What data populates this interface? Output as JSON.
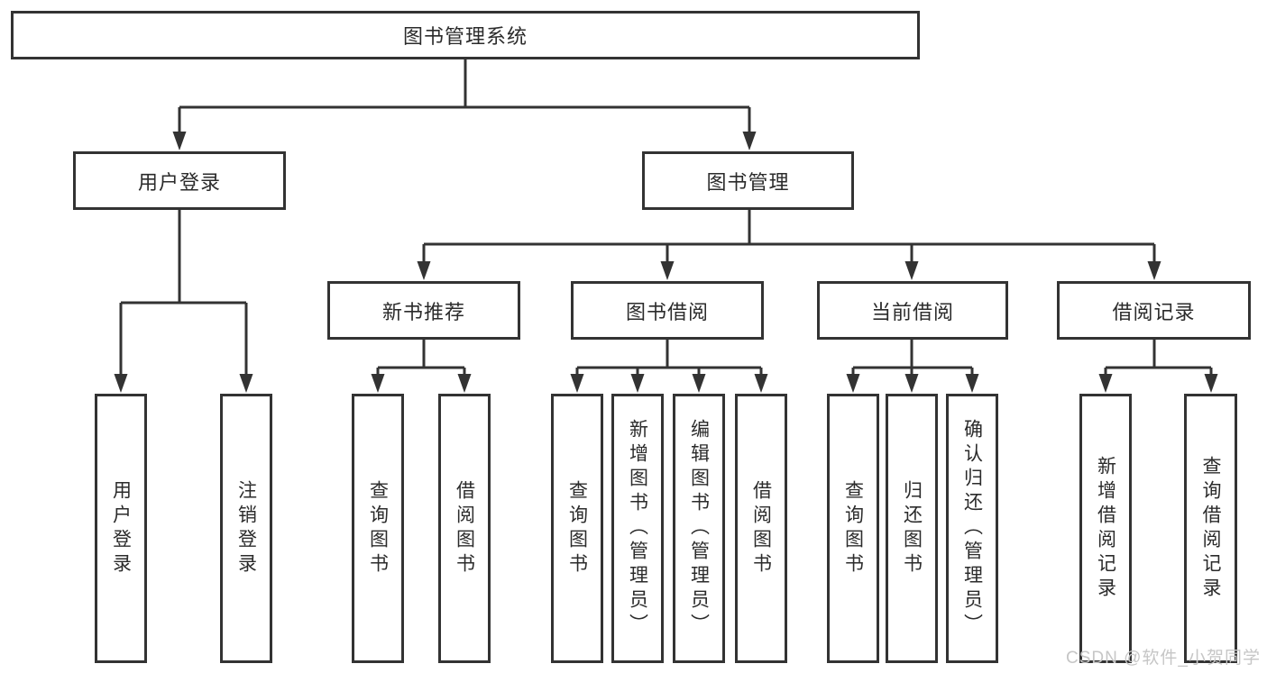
{
  "diagram_type": "hierarchy-tree",
  "colors": {
    "line": "#333333",
    "box_border": "#333333",
    "box_fill": "#ffffff",
    "text": "#2b2b2b",
    "watermark": "#c6c6c6",
    "background": "#ffffff"
  },
  "watermark": "CSDN @软件_小贺同学",
  "nodes": {
    "root": {
      "label": "图书管理系统"
    },
    "user_login": {
      "label": "用户登录"
    },
    "book_mgmt": {
      "label": "图书管理"
    },
    "new_book_rec": {
      "label": "新书推荐"
    },
    "book_borrow": {
      "label": "图书借阅"
    },
    "current_borrow": {
      "label": "当前借阅"
    },
    "borrow_record": {
      "label": "借阅记录"
    },
    "leaf_user_login": {
      "label": "用户登录"
    },
    "leaf_logout": {
      "label": "注销登录"
    },
    "leaf_nbr_query_book": {
      "label": "查询图书"
    },
    "leaf_nbr_borrow_book": {
      "label": "借阅图书"
    },
    "leaf_bb_query_book": {
      "label": "查询图书"
    },
    "leaf_bb_add_book": {
      "label": "新增图书（管理员）"
    },
    "leaf_bb_edit_book": {
      "label": "编辑图书（管理员）"
    },
    "leaf_bb_borrow_book": {
      "label": "借阅图书"
    },
    "leaf_cb_query_book": {
      "label": "查询图书"
    },
    "leaf_cb_return_book": {
      "label": "归还图书"
    },
    "leaf_cb_confirm_return": {
      "label": "确认归还（管理员）"
    },
    "leaf_br_add_record": {
      "label": "新增借阅记录"
    },
    "leaf_br_query_record": {
      "label": "查询借阅记录"
    }
  },
  "edges": [
    "图书管理系统 → 用户登录",
    "图书管理系统 → 图书管理",
    "用户登录 → 用户登录",
    "用户登录 → 注销登录",
    "图书管理 → 新书推荐",
    "图书管理 → 图书借阅",
    "图书管理 → 当前借阅",
    "图书管理 → 借阅记录",
    "新书推荐 → 查询图书",
    "新书推荐 → 借阅图书",
    "图书借阅 → 查询图书",
    "图书借阅 → 新增图书（管理员）",
    "图书借阅 → 编辑图书（管理员）",
    "图书借阅 → 借阅图书",
    "当前借阅 → 查询图书",
    "当前借阅 → 归还图书",
    "当前借阅 → 确认归还（管理员）",
    "借阅记录 → 新增借阅记录",
    "借阅记录 → 查询借阅记录"
  ]
}
